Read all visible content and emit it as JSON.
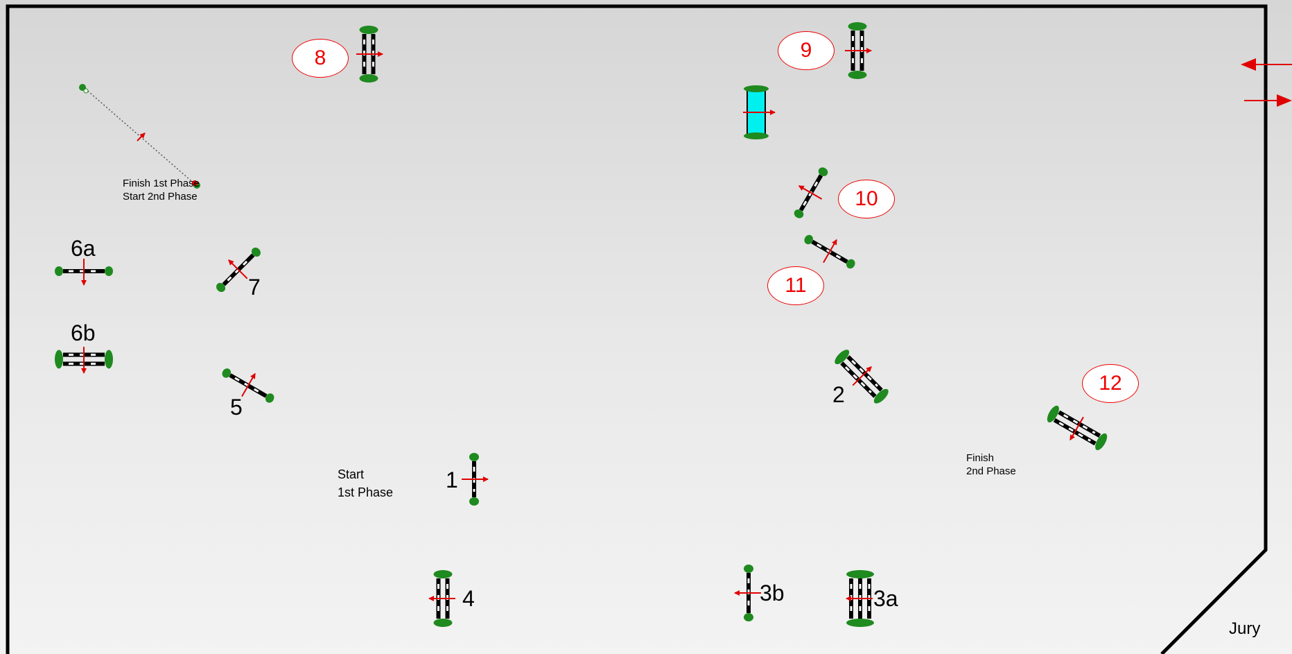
{
  "arena": {
    "jury_label": "Jury",
    "border_color": "#000000",
    "pole_colors": {
      "black": "#000000",
      "white": "#ffffff"
    },
    "wing_color": "#1f8a1f",
    "arrow_color": "#e00000",
    "water_color": "#00f0f0"
  },
  "obstacles_black": [
    {
      "id": "1",
      "label": "1"
    },
    {
      "id": "2",
      "label": "2"
    },
    {
      "id": "3a",
      "label": "3a"
    },
    {
      "id": "3b",
      "label": "3b"
    },
    {
      "id": "4",
      "label": "4"
    },
    {
      "id": "5",
      "label": "5"
    },
    {
      "id": "6a",
      "label": "6a"
    },
    {
      "id": "6b",
      "label": "6b"
    },
    {
      "id": "7",
      "label": "7"
    }
  ],
  "obstacles_red": [
    {
      "id": "8",
      "label": "8"
    },
    {
      "id": "9",
      "label": "9"
    },
    {
      "id": "10",
      "label": "10"
    },
    {
      "id": "11",
      "label": "11"
    },
    {
      "id": "12",
      "label": "12"
    }
  ],
  "annotations": {
    "start_1st_line1": "Start",
    "start_1st_line2": "1st Phase",
    "finish_1st_line1": "Finish 1st Phase",
    "finish_1st_line2": "Start   2nd Phase",
    "finish_2nd_line1": "Finish",
    "finish_2nd_line2": "2nd Phase"
  }
}
